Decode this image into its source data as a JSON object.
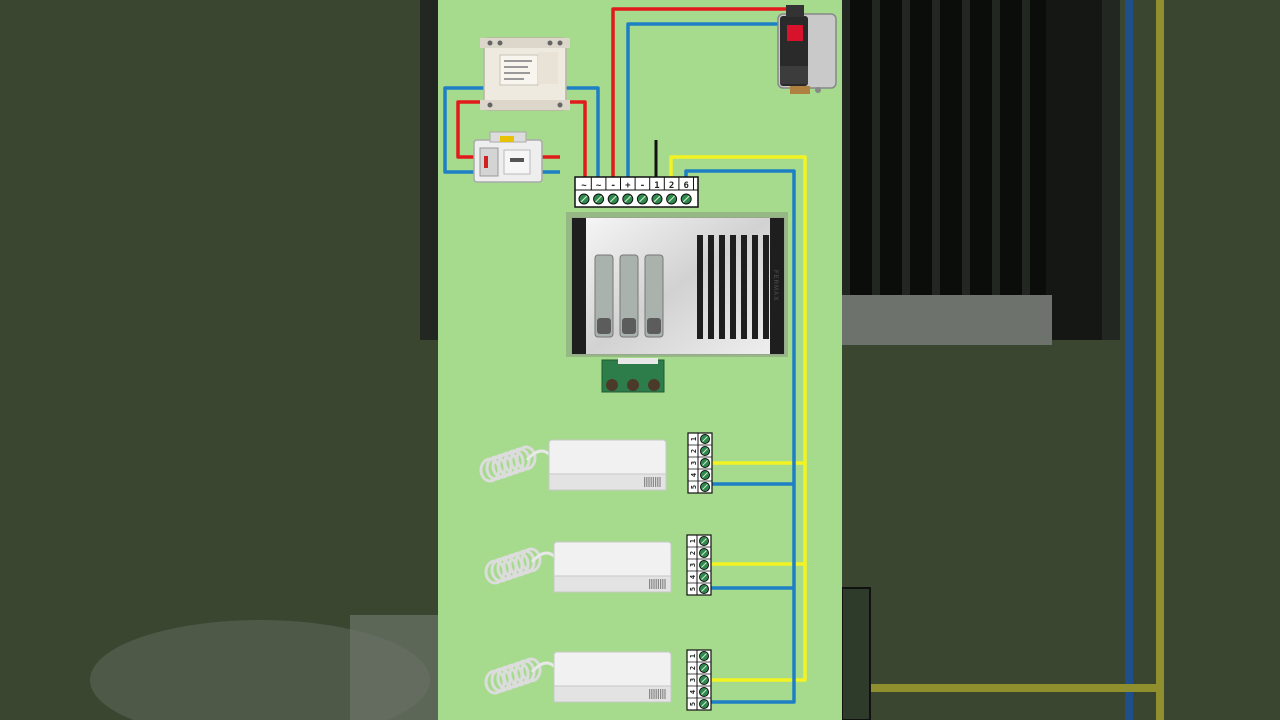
{
  "diagram": {
    "panel_brand": "FERMAX",
    "terminal_labels": [
      "~",
      "~",
      "-",
      "+",
      "-",
      "1",
      "2",
      "6"
    ],
    "handset_terminal_labels": [
      "1",
      "2",
      "3",
      "4",
      "5"
    ],
    "handsets": [
      {
        "name": "handset-1"
      },
      {
        "name": "handset-2"
      },
      {
        "name": "handset-3"
      }
    ],
    "wire_colors": {
      "red": "#e11b1b",
      "blue": "#1f7fc4",
      "yellow": "#f3f321",
      "antenna": "#111111"
    },
    "colors": {
      "panel_bg": "#a6db8e",
      "outer_bg": "#3a4630"
    }
  }
}
